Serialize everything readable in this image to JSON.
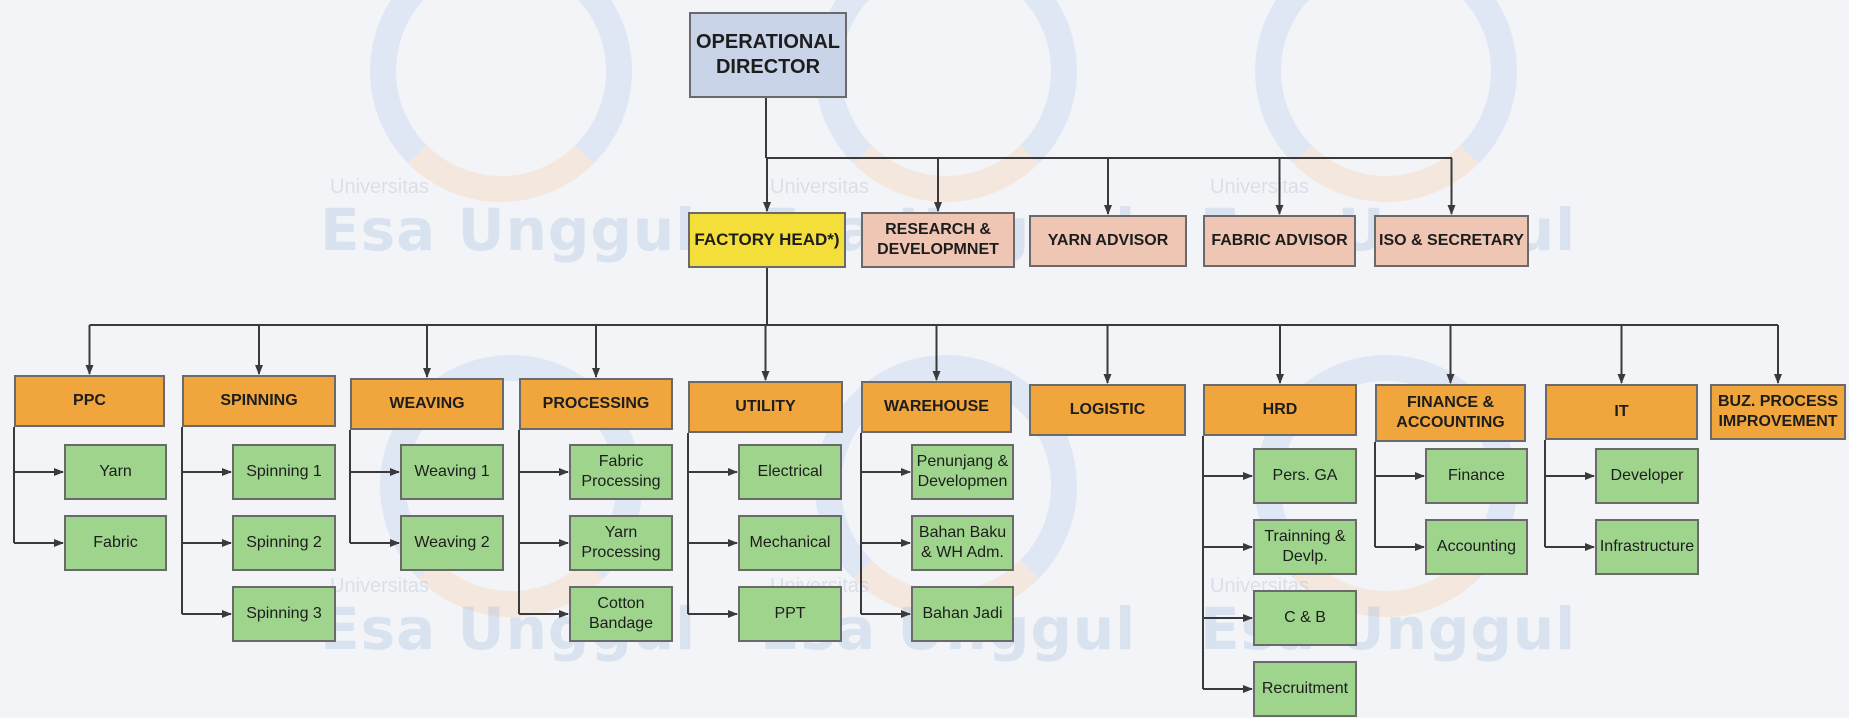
{
  "watermark": {
    "university": "Universitas",
    "brand": "Esa Unggul"
  },
  "director": "OPERATIONAL DIRECTOR",
  "level1": [
    "FACTORY HEAD*)",
    "RESEARCH & DEVELOPMNET",
    "YARN ADVISOR",
    "FABRIC ADVISOR",
    "ISO & SECRETARY"
  ],
  "departments": [
    {
      "name": "PPC",
      "units": [
        "Yarn",
        "Fabric"
      ]
    },
    {
      "name": "SPINNING",
      "units": [
        "Spinning 1",
        "Spinning 2",
        "Spinning 3"
      ]
    },
    {
      "name": "WEAVING",
      "units": [
        "Weaving 1",
        "Weaving 2"
      ]
    },
    {
      "name": "PROCESSING",
      "units": [
        "Fabric Processing",
        "Yarn Processing",
        "Cotton Bandage"
      ]
    },
    {
      "name": "UTILITY",
      "units": [
        "Electrical",
        "Mechanical",
        "PPT"
      ]
    },
    {
      "name": "WAREHOUSE",
      "units": [
        "Penunjang & Developmen",
        "Bahan Baku & WH Adm.",
        "Bahan Jadi"
      ]
    },
    {
      "name": "LOGISTIC",
      "units": []
    },
    {
      "name": "HRD",
      "units": [
        "Pers. GA",
        "Trainning & Devlp.",
        "C & B",
        "Recruitment"
      ]
    },
    {
      "name": "FINANCE & ACCOUNTING",
      "units": [
        "Finance",
        "Accounting"
      ]
    },
    {
      "name": "IT",
      "units": [
        "Developer",
        "Infrastructure"
      ]
    },
    {
      "name": "BUZ. PROCESS IMPROVEMENT",
      "units": []
    }
  ]
}
